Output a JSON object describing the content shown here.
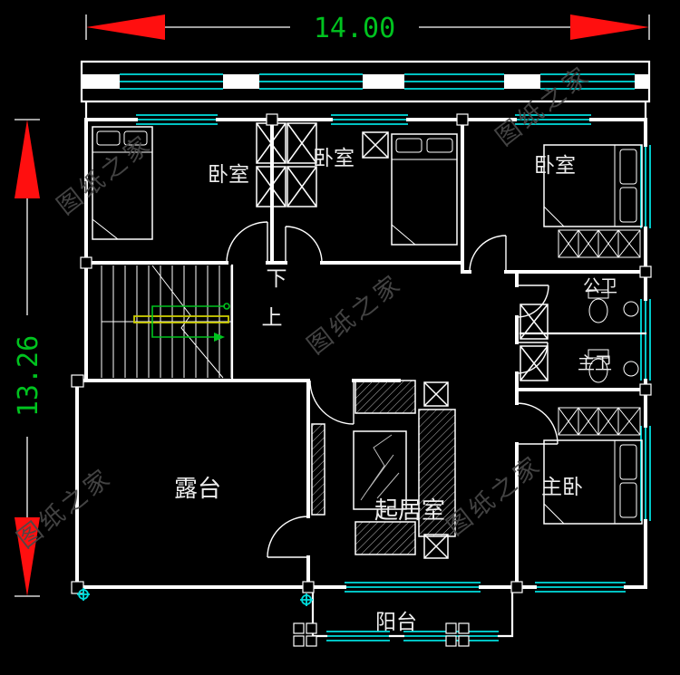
{
  "dimensions": {
    "width": "14.00",
    "height": "13.26"
  },
  "labels": {
    "bedroom1": "卧室",
    "bedroom2": "卧室",
    "bedroom3": "卧室",
    "stairs_down": "下",
    "stairs_up": "上",
    "public_bath": "公卫",
    "master_bath": "主卫",
    "terrace": "露台",
    "living_room": "起居室",
    "master_bedroom": "主卧",
    "balcony": "阳台"
  },
  "watermark": {
    "text": "图纸之家"
  },
  "colors": {
    "background": "#000000",
    "wall": "#ffffff",
    "window": "#00dddd",
    "dimension_arrow": "#ff0f0f",
    "dimension_text": "#00c31f",
    "watermark": "#494949",
    "stair_rail": "#cccc00",
    "furniture_hatch": "#bbbbbb"
  }
}
